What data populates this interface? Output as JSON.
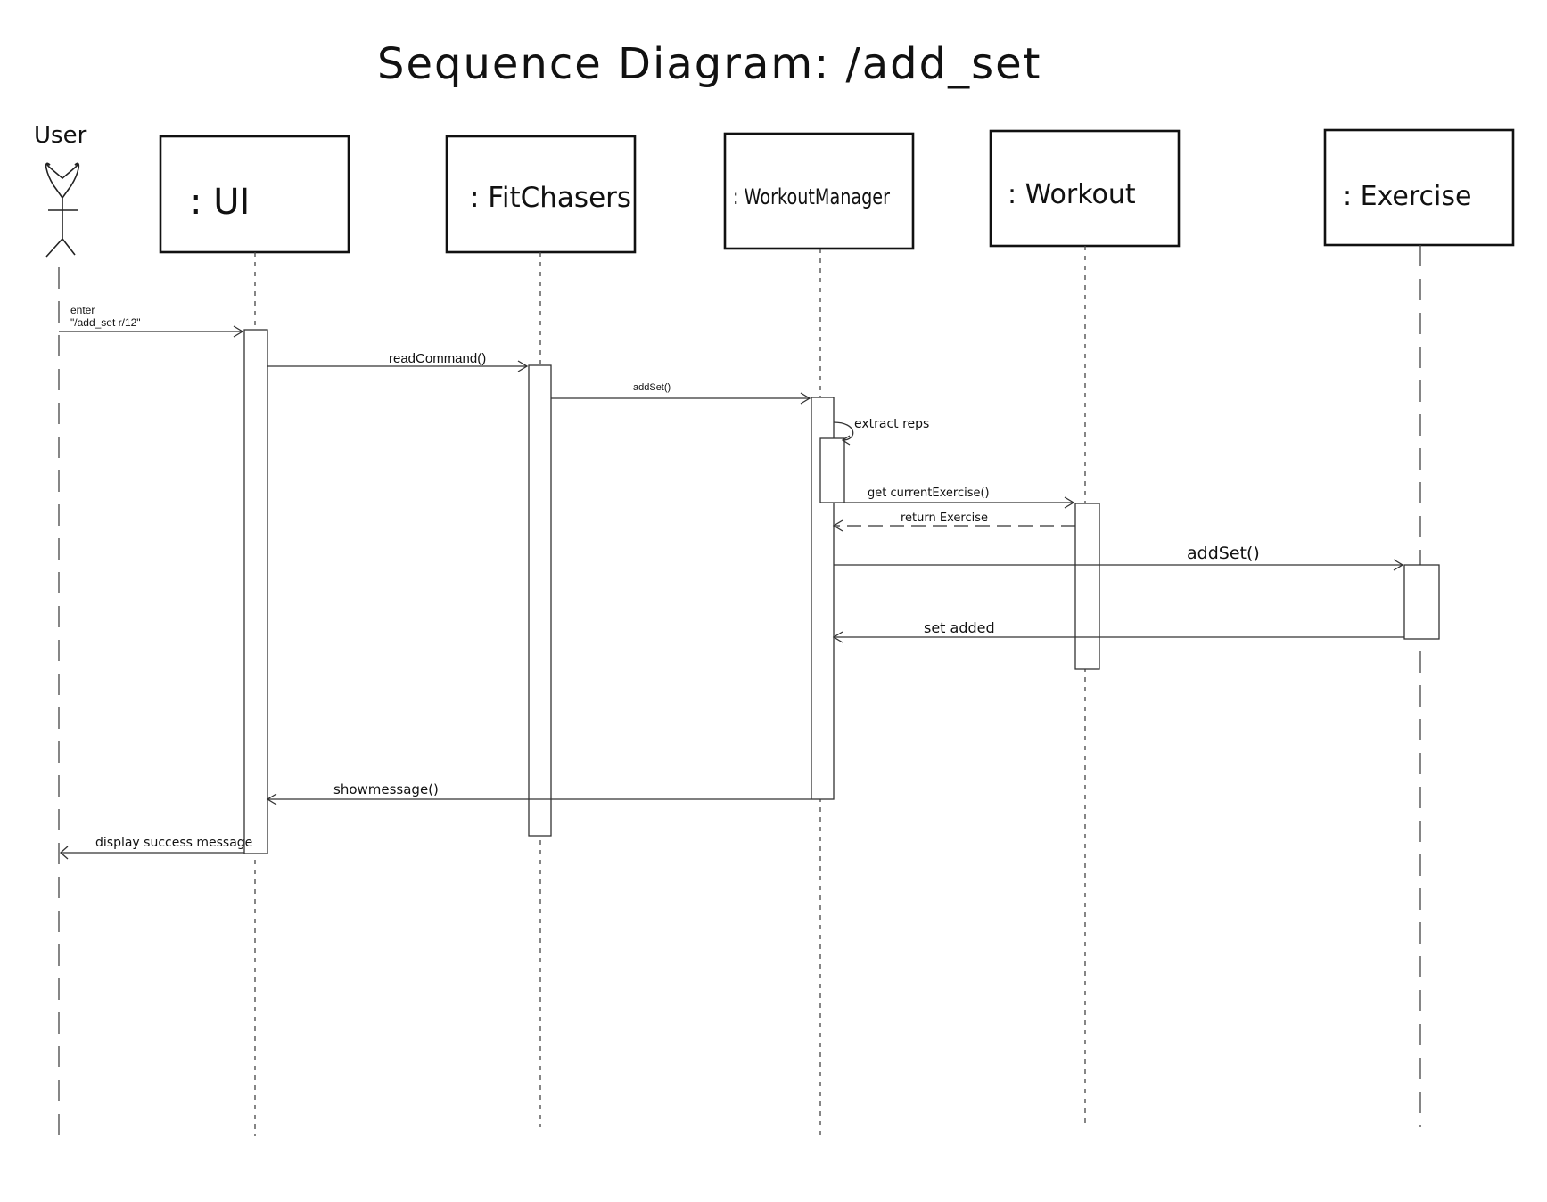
{
  "title": "Sequence Diagram: /add_set",
  "actor": {
    "label": "User"
  },
  "participants": [
    {
      "id": "ui",
      "label": ": UI"
    },
    {
      "id": "fitchasers",
      "label": ": FitChasers"
    },
    {
      "id": "workoutmanager",
      "label": ": WorkoutManager"
    },
    {
      "id": "workout",
      "label": ": Workout"
    },
    {
      "id": "exercise",
      "label": ": Exercise"
    }
  ],
  "messages": {
    "enter_line1": "enter",
    "enter_line2": "\"/add_set r/12\"",
    "read_command": "readCommand()",
    "add_set_1": "addSet()",
    "extract_reps": "extract reps",
    "get_current_exercise": "get currentExercise()",
    "return_exercise": "return Exercise",
    "add_set_2": "addSet()",
    "set_added": "set added",
    "show_message": "showmessage()",
    "display_success": "display success message"
  }
}
